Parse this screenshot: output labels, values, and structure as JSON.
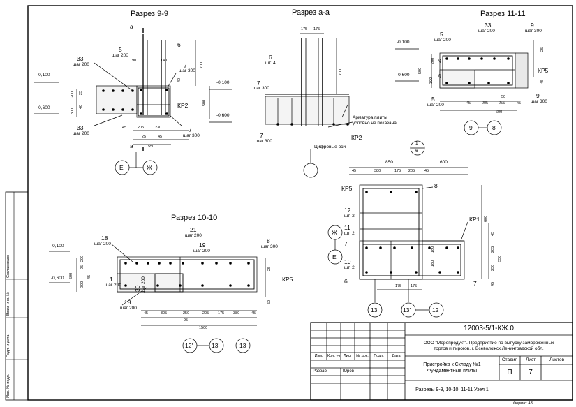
{
  "sections": {
    "s99": {
      "title": "Разрез 9-9",
      "cut_mark": "а",
      "labels": {
        "p33": "33",
        "p33_step": "шаг 200",
        "p5": "5",
        "p5_step": "шаг 200",
        "p6": "6",
        "p7a": "7",
        "p7a_step": "шаг 300",
        "p7b": "7",
        "p7b_step": "шаг 300",
        "p33b": "33",
        "p33b_step": "шаг 200",
        "kp2": "КР2",
        "lev1": "-0,100",
        "lev2": "-0,600",
        "lev3": "-0,100",
        "lev4": "-0,600"
      },
      "dims": {
        "d90": "90",
        "d140": "140",
        "d700": "700",
        "d40a": "40",
        "d500": "500",
        "d200": "200",
        "d25": "25",
        "d300": "300",
        "d40b": "40",
        "d45": "45",
        "d205": "205",
        "d230": "230",
        "d25b": "25",
        "d45b": "45",
        "d550": "550"
      },
      "axes": [
        "Е",
        "Ж"
      ]
    },
    "saa": {
      "title": "Разрез а-а",
      "labels": {
        "p6": "6",
        "p6_qty": "шт. 4",
        "p7a": "7",
        "p7a_step": "шаг 300",
        "p7b": "7",
        "p7b_step": "шаг 300",
        "kp2": "КР2",
        "note1": "Арматура плиты",
        "note2": "условно не показана",
        "axes_note": "Цифровые оси"
      },
      "dims": {
        "d175a": "175",
        "d175b": "175",
        "d700": "700"
      },
      "ref_num": "1",
      "ref_den": "6"
    },
    "s1111": {
      "title": "Разрез 11-11",
      "labels": {
        "p33": "33",
        "p33_step": "шаг 200",
        "p5a": "5",
        "p5a_step": "шаг 200",
        "p9a": "9",
        "p9a_step": "шаг 300",
        "p5b": "5",
        "p5b_step": "шаг 200",
        "p9b": "9",
        "p9b_step": "шаг 300",
        "kp5": "КР5",
        "lev1": "-0,100",
        "lev2": "-0,600"
      },
      "dims": {
        "d25a": "25",
        "d200": "200",
        "d25b": "25",
        "d500": "500",
        "d300": "300",
        "d25c": "25",
        "d45": "45",
        "d45b": "45",
        "d50": "50",
        "d45c": "45",
        "d205": "205",
        "d255": "255",
        "d600": "600"
      },
      "axes": [
        "9",
        "8"
      ]
    },
    "s1010": {
      "title": "Разрез 10-10",
      "labels": {
        "p18a": "18",
        "p18a_step": "шаг 200",
        "p21": "21",
        "p21_step": "шаг 200",
        "p19": "19",
        "p19_step": "шаг 200",
        "p8": "8",
        "p8_step": "шаг 300",
        "p1": "1",
        "p1_step": "шаг 200",
        "p30": "30",
        "p30_step": "шаг 200",
        "p18b": "18",
        "p18b_step": "шаг 200",
        "kp5": "КР5",
        "lev1": "-0,100",
        "lev2": "-0,600"
      },
      "dims": {
        "d25a": "25",
        "d200": "200",
        "d45a": "45",
        "d500": "500",
        "d300": "300",
        "d25b": "25",
        "d50": "50",
        "d45b": "45",
        "d305": "305",
        "d250": "250",
        "d205": "205",
        "d175": "175",
        "d380": "380",
        "d45c": "45",
        "d95": "95",
        "d1500": "1500"
      },
      "axes": [
        "12'",
        "13'",
        "13"
      ]
    },
    "node1": {
      "dims": {
        "d850": "850",
        "d600": "600",
        "d45a": "45",
        "d380": "380",
        "d175a": "175",
        "d205": "205",
        "d45b": "45",
        "d600v": "600",
        "d45v": "45",
        "d205v": "205",
        "d550v": "550",
        "d230v": "230",
        "d45v2": "45",
        "d180a": "180",
        "d180b": "180",
        "d175b": "175",
        "d175c": "175"
      },
      "labels": {
        "kp5": "КР5",
        "p8": "8",
        "p12": "12",
        "p12_qty": "шт. 2",
        "p11": "11",
        "p11_qty": "шт. 2",
        "p7a": "7",
        "p10": "10",
        "p10_qty": "шт. 2",
        "p6": "6",
        "p7b": "7",
        "kp1": "КР1"
      },
      "axes": [
        "Ж",
        "Е",
        "13",
        "13'",
        "12"
      ]
    }
  },
  "side_strip": [
    "Согласовано",
    "Взам. инв. №",
    "Подп. и дата",
    "Инв. № подл."
  ],
  "stamp": {
    "code": "12003-5/1-КЖ.0",
    "org": "ООО \"Морепродукт\". Предприятие по выпуску замороженных тортов и пирогов. г. Всеволожск Ленинградской обл.",
    "object": "Пристройка к Складу №1 Фундаментные плиты",
    "sheet_title": "Разрезы 9-9, 10-10, 11-11 Узел 1",
    "col_izm": "Изм.",
    "col_kol": "Кол. уч",
    "col_list": "Лист",
    "col_doc": "№ док.",
    "col_podp": "Подп.",
    "col_date": "Дата",
    "razrab": "Разраб.",
    "author": "Юров",
    "stadia_h": "Стадия",
    "list_h": "Лист",
    "listov_h": "Листов",
    "stadia": "П",
    "list": "7",
    "listov": ""
  },
  "footer": "Формат  А3"
}
